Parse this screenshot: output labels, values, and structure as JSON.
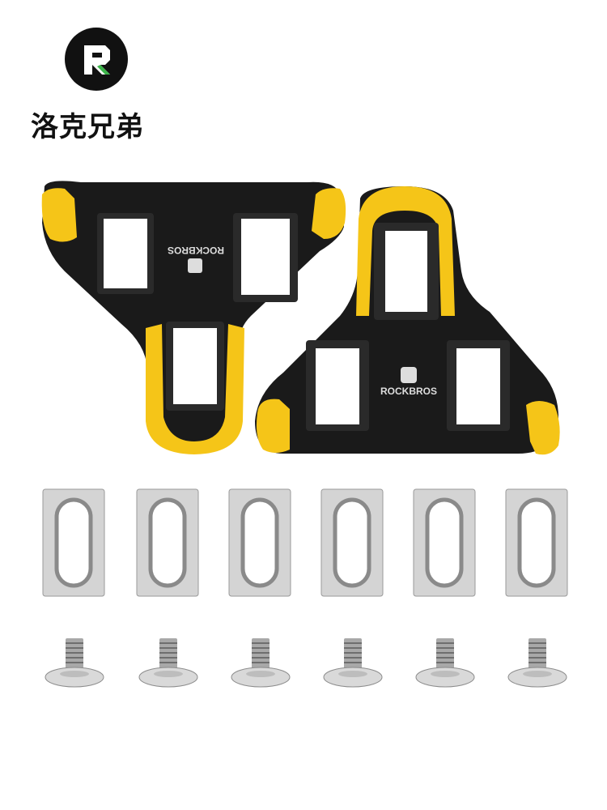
{
  "brand": {
    "name": "洛克兄弟",
    "logo_icon": "rockbros-r-logo-icon",
    "colors": {
      "mark_bg": "#111111",
      "mark_letter": "#ffffff",
      "mark_accent": "#3cb54a"
    }
  },
  "product": {
    "cleat_text": "ROCKBROS",
    "cleat_count": 2,
    "washer_count": 6,
    "bolt_count": 6,
    "colors": {
      "cleat_body": "#1a1a1a",
      "cleat_accent": "#f5c518",
      "metal": "#c9c9c9"
    }
  }
}
